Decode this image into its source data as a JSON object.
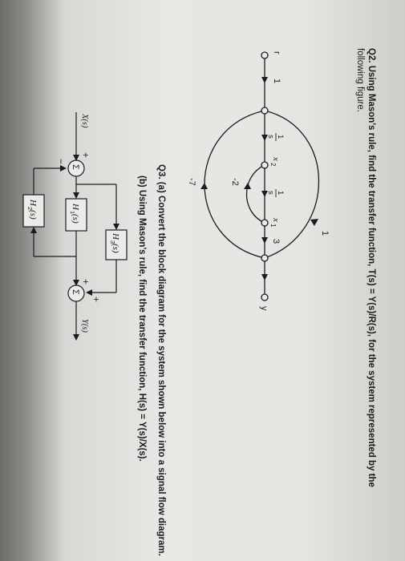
{
  "q2": {
    "line1": "Q2. Using Mason's rule, find the transfer function, T(s) = Y(s)/R(s), for the system represented by the",
    "line2": "following figure."
  },
  "q3": {
    "line_a": "Q3. (a) Convert the block diagram for the system shown below into a signal flow diagram.",
    "line_b": "(b) Using Mason's rule, find the transfer function, H(s) = Y(s)/X(s)."
  },
  "sfg": {
    "r": "r",
    "y": "y",
    "x1": "x",
    "x1_sub": "1",
    "x2": "x",
    "x2_sub": "2",
    "gain_1": "1",
    "gain_inv_s_a_num": "1",
    "gain_inv_s_a_den": "s",
    "gain_inv_s_b_num": "1",
    "gain_inv_s_b_den": "s",
    "gain_3": "3",
    "gain_fwd": "1",
    "gain_m2": "-2",
    "gain_m7": "-7"
  },
  "block": {
    "x_in": "X(s)",
    "y_out": "Y(s)",
    "h1": "H",
    "h1_sub": "1",
    "h1_arg": "(s)",
    "h2": "H",
    "h2_sub": "2",
    "h2_arg": "(s)",
    "h3": "H",
    "h3_sub": "3",
    "h3_arg": "(s)",
    "sum1": "Σ",
    "sum2": "Σ",
    "plus_a": "+",
    "minus": "−",
    "plus_b": "+",
    "plus_c": "+"
  }
}
